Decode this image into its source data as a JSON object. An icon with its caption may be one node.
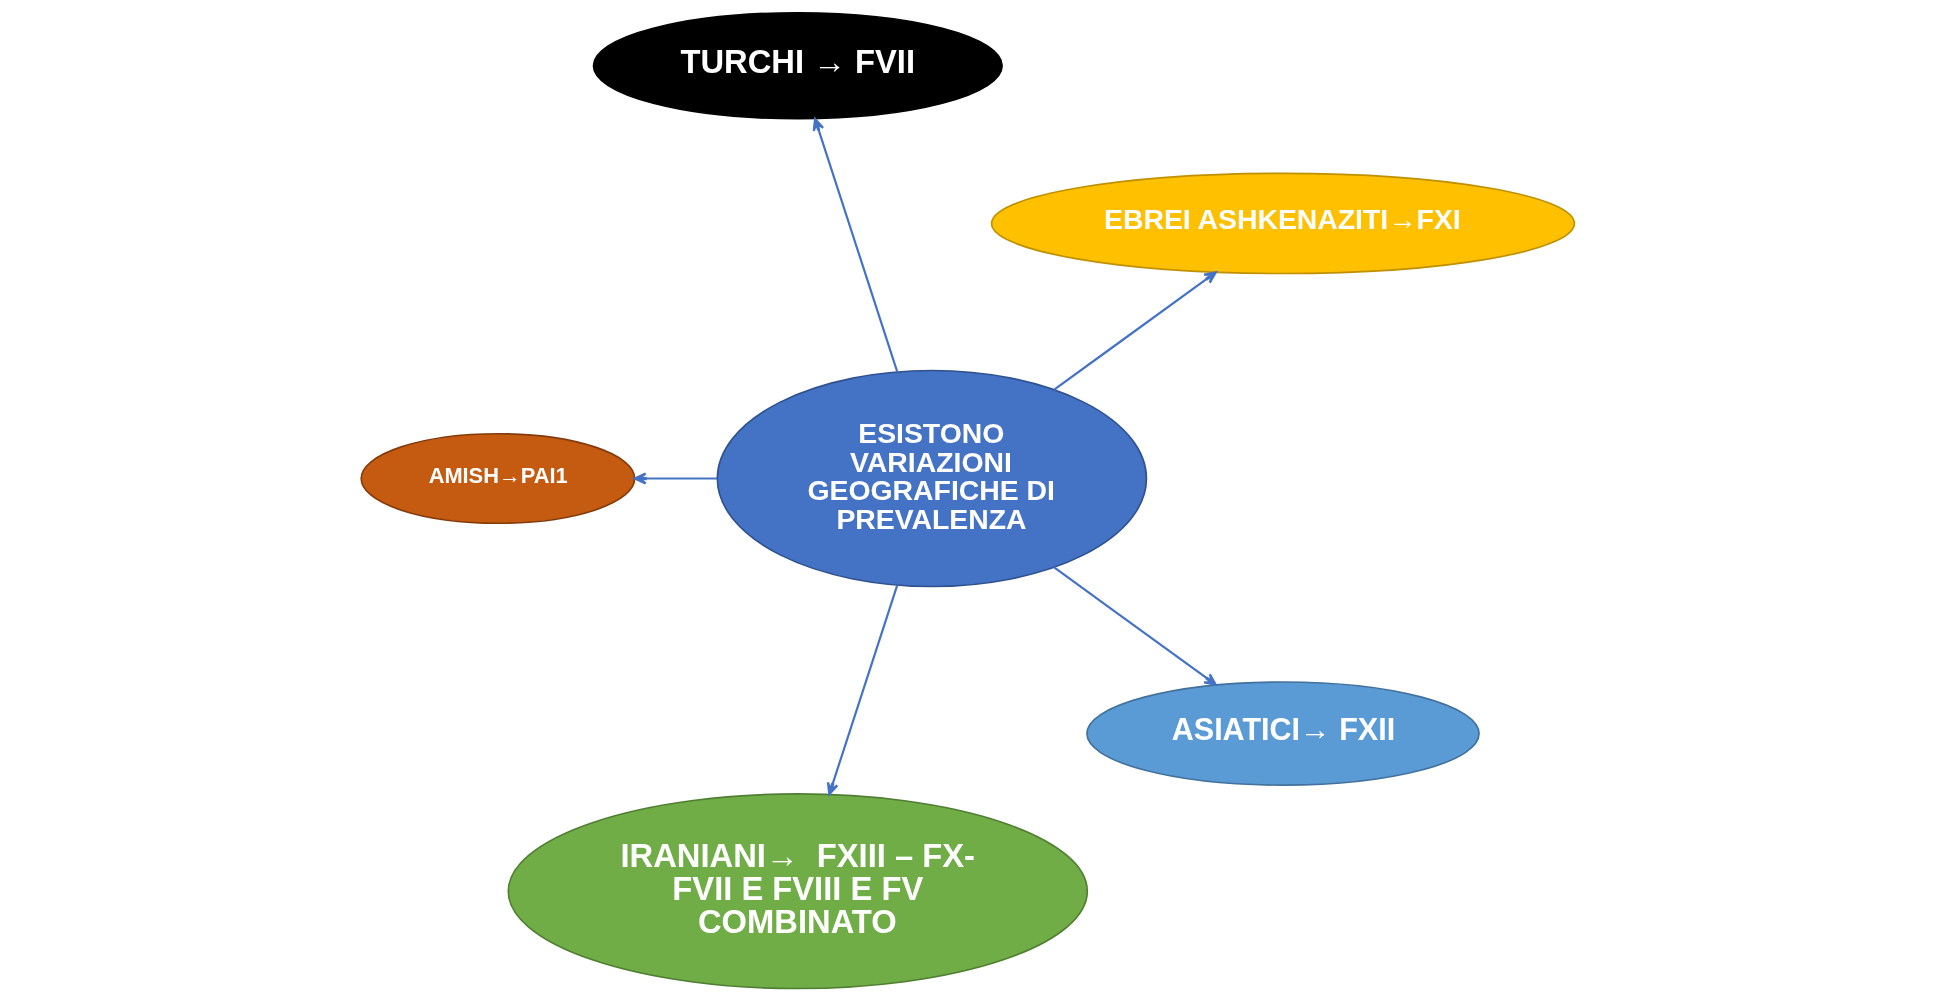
{
  "diagram": {
    "nodes": [
      {
        "text": [
          "EBREI ASHKENAZITI→FXI"
        ]
      },
      {
        "text": [
          "TURCHI → FVII"
        ]
      },
      {
        "text": [
          "AMISH→PAI1"
        ]
      },
      {
        "text": [
          "ESISTONO VARIAZIONI GEOGRAFICHE DI PREVALENZA"
        ]
      },
      {
        "text": [
          "IRANIANI→  FXIII – FX- FVII E FVIII E FV COMBINATO"
        ]
      },
      {
        "text": [
          "ASIATICI→ FXII"
        ]
      }
    ],
    "edges": [
      {
        "from": 3,
        "to": 0,
        "arrow": "to"
      },
      {
        "from": 3,
        "to": 1,
        "arrow": "to"
      },
      {
        "from": 3,
        "to": 5,
        "arrow": "to"
      },
      {
        "from": 3,
        "to": 4,
        "arrow": "to"
      },
      {
        "from": 3,
        "to": 2,
        "arrow": "to"
      }
    ]
  }
}
